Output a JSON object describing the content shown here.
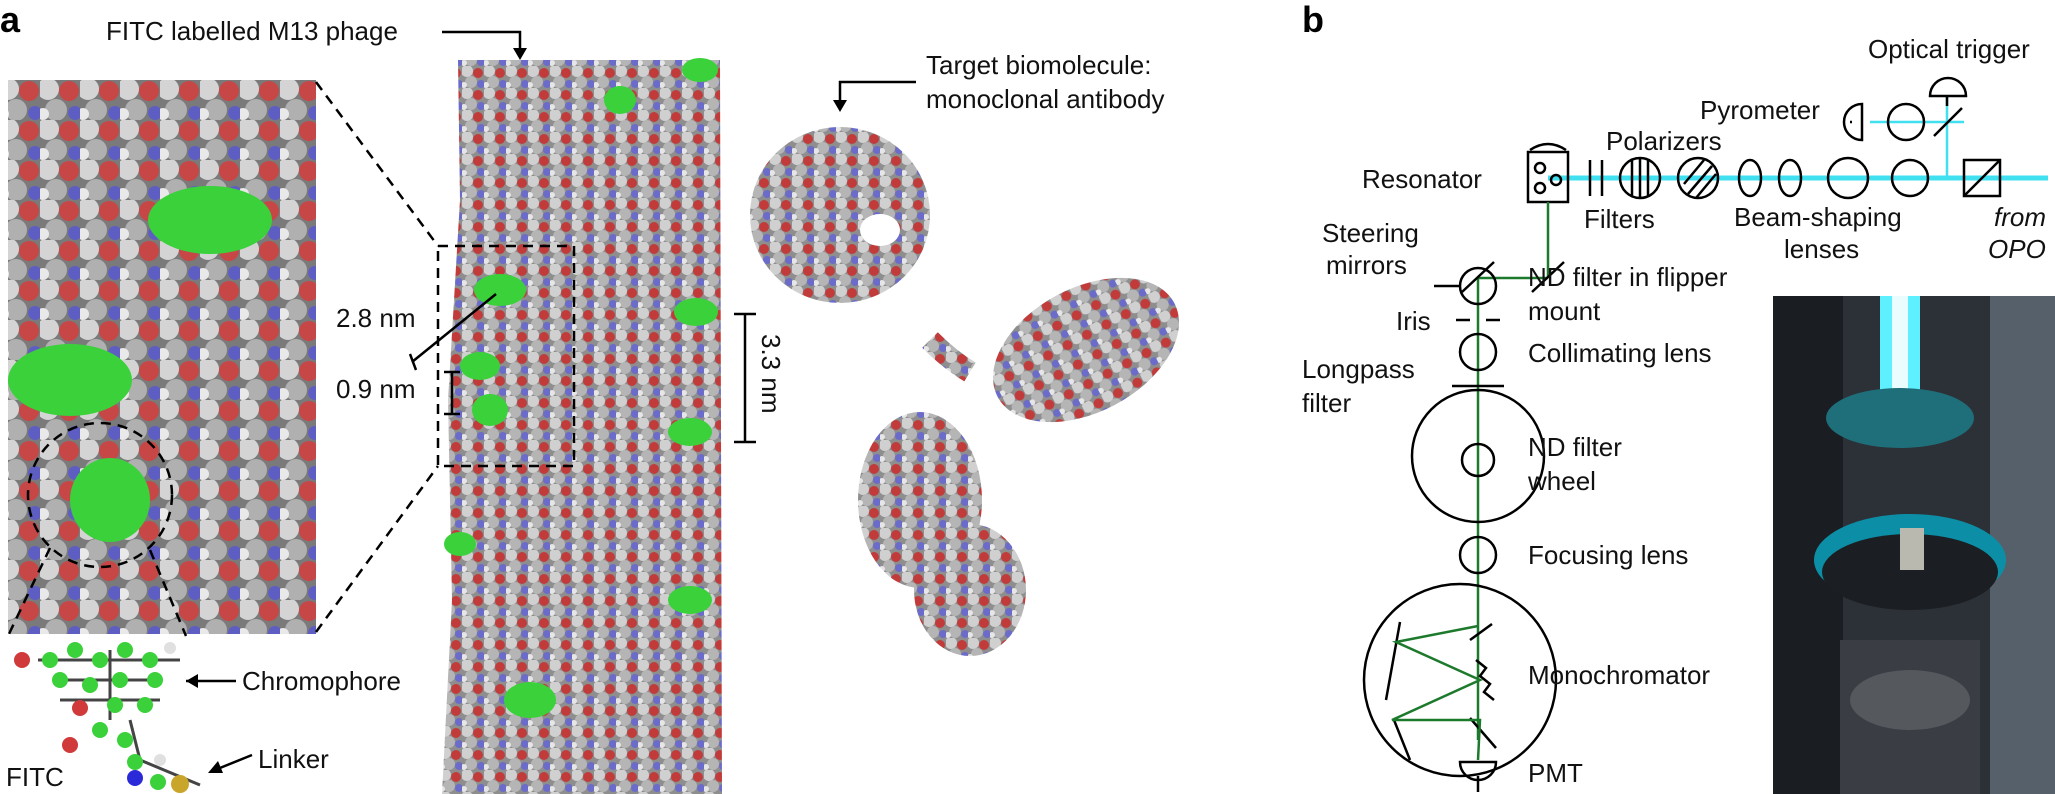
{
  "panels": {
    "a": "a",
    "b": "b"
  },
  "panel_a": {
    "phage_label": "FITC labelled M13 phage",
    "target_label_line1": "Target biomolecule:",
    "target_label_line2": "monoclonal antibody",
    "dim_28": "2.8 nm",
    "dim_09": "0.9 nm",
    "dim_33": "3.3 nm",
    "chromophore": "Chromophore",
    "linker": "Linker",
    "fitc": "FITC"
  },
  "panel_b": {
    "optical_trigger": "Optical trigger",
    "pyrometer": "Pyrometer",
    "polarizers": "Polarizers",
    "resonator": "Resonator",
    "filters": "Filters",
    "beam_shaping_1": "Beam-shaping",
    "beam_shaping_2": "lenses",
    "from_1": "from",
    "from_2": "OPO",
    "steering_1": "Steering",
    "steering_2": "mirrors",
    "nd_flipper_1": "ND filter in flipper",
    "nd_flipper_2": "mount",
    "iris": "Iris",
    "collimating": "Collimating lens",
    "longpass_1": "Longpass",
    "longpass_2": "filter",
    "nd_wheel_1": "ND filter",
    "nd_wheel_2": "wheel",
    "focusing": "Focusing lens",
    "monochromator": "Monochromator",
    "pmt": "PMT"
  },
  "colors": {
    "beam": "#40e0f0",
    "emission_path": "#1d7a2c",
    "fitc_label": "#3ad13a"
  }
}
